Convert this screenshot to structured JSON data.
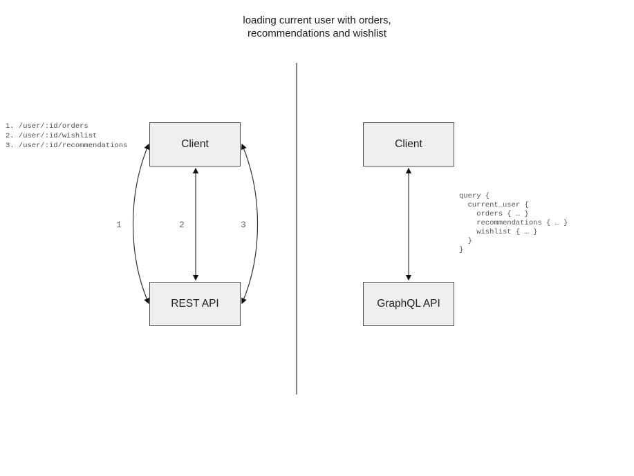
{
  "title": "loading current user with orders,\nrecommendations and wishlist",
  "rest_panel": {
    "endpoints": [
      "1. /user/:id/orders",
      "2. /user/:id/wishlist",
      "3. /user/:id/recommendations"
    ],
    "client_label": "Client",
    "api_label": "REST API",
    "arrow_labels": [
      "1",
      "2",
      "3"
    ]
  },
  "graphql_panel": {
    "client_label": "Client",
    "api_label": "GraphQL API",
    "query": "query {\n  current_user {\n    orders { … }\n    recommendations { … }\n    wishlist { … }\n  }\n}"
  },
  "colors": {
    "box_fill": "#efefef",
    "box_border": "#4d4d4d",
    "arrow": "#333333",
    "arrowhead": "#111111",
    "divider": "#666666",
    "code_text": "#555555",
    "label_text": "#666666",
    "title_text": "#1c1c1c"
  }
}
